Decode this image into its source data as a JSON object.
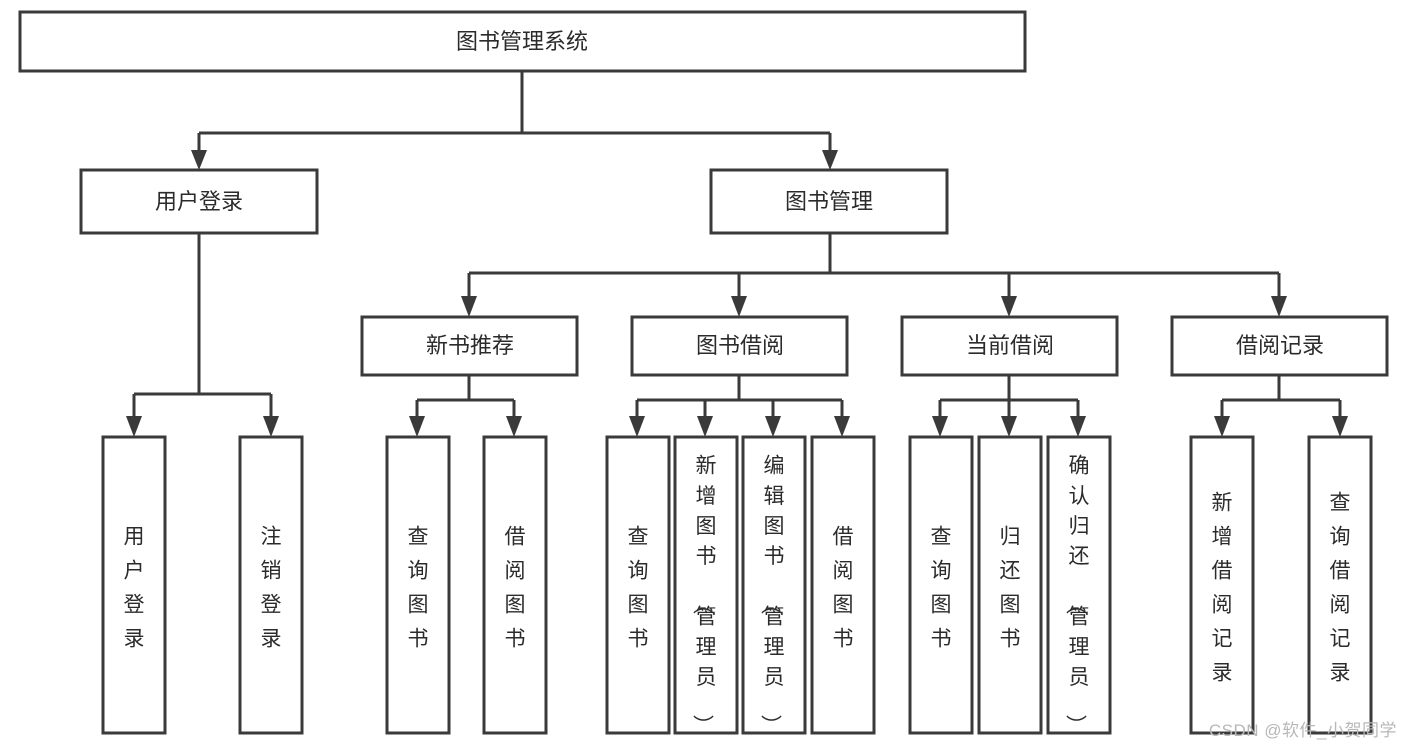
{
  "diagram": {
    "type": "tree-hierarchy-flowchart",
    "title": "图书管理系统",
    "orientation": "top-down",
    "box_fill": "#ffffff",
    "box_stroke": "#3a3a3a",
    "text_color": "#2b2b2b",
    "connector_style": "orthogonal-with-arrowheads"
  },
  "nodes": {
    "root": {
      "label": "图书管理系统",
      "level": 0
    },
    "level1": [
      {
        "id": "user-login",
        "label": "用户登录"
      },
      {
        "id": "book-management",
        "label": "图书管理"
      }
    ],
    "level2": [
      {
        "id": "new-book-recommend",
        "label": "新书推荐",
        "parent": "book-management"
      },
      {
        "id": "book-borrow",
        "label": "图书借阅",
        "parent": "book-management"
      },
      {
        "id": "current-borrow",
        "label": "当前借阅",
        "parent": "book-management"
      },
      {
        "id": "borrow-record",
        "label": "借阅记录",
        "parent": "book-management"
      }
    ],
    "leaves": [
      {
        "id": "leaf-user-login",
        "label": "用户登录",
        "parent": "user-login"
      },
      {
        "id": "leaf-logout-login",
        "label": "注销登录",
        "parent": "user-login"
      },
      {
        "id": "leaf-query-book-1",
        "label": "查询图书",
        "parent": "new-book-recommend"
      },
      {
        "id": "leaf-borrow-book-1",
        "label": "借阅图书",
        "parent": "new-book-recommend"
      },
      {
        "id": "leaf-query-book-2",
        "label": "查询图书",
        "parent": "book-borrow"
      },
      {
        "id": "leaf-add-book",
        "label": "新增图书（管理员）",
        "parent": "book-borrow"
      },
      {
        "id": "leaf-edit-book",
        "label": "编辑图书（管理员）",
        "parent": "book-borrow"
      },
      {
        "id": "leaf-borrow-book-2",
        "label": "借阅图书",
        "parent": "book-borrow"
      },
      {
        "id": "leaf-query-book-3",
        "label": "查询图书",
        "parent": "current-borrow"
      },
      {
        "id": "leaf-return-book",
        "label": "归还图书",
        "parent": "current-borrow"
      },
      {
        "id": "leaf-confirm-return",
        "label": "确认归还（管理员）",
        "parent": "current-borrow"
      },
      {
        "id": "leaf-add-borrow-record",
        "label": "新增借阅记录",
        "parent": "borrow-record"
      },
      {
        "id": "leaf-query-borrow-record",
        "label": "查询借阅记录",
        "parent": "borrow-record"
      }
    ]
  },
  "watermark": {
    "text": "CSDN @软件_小贺同学"
  }
}
